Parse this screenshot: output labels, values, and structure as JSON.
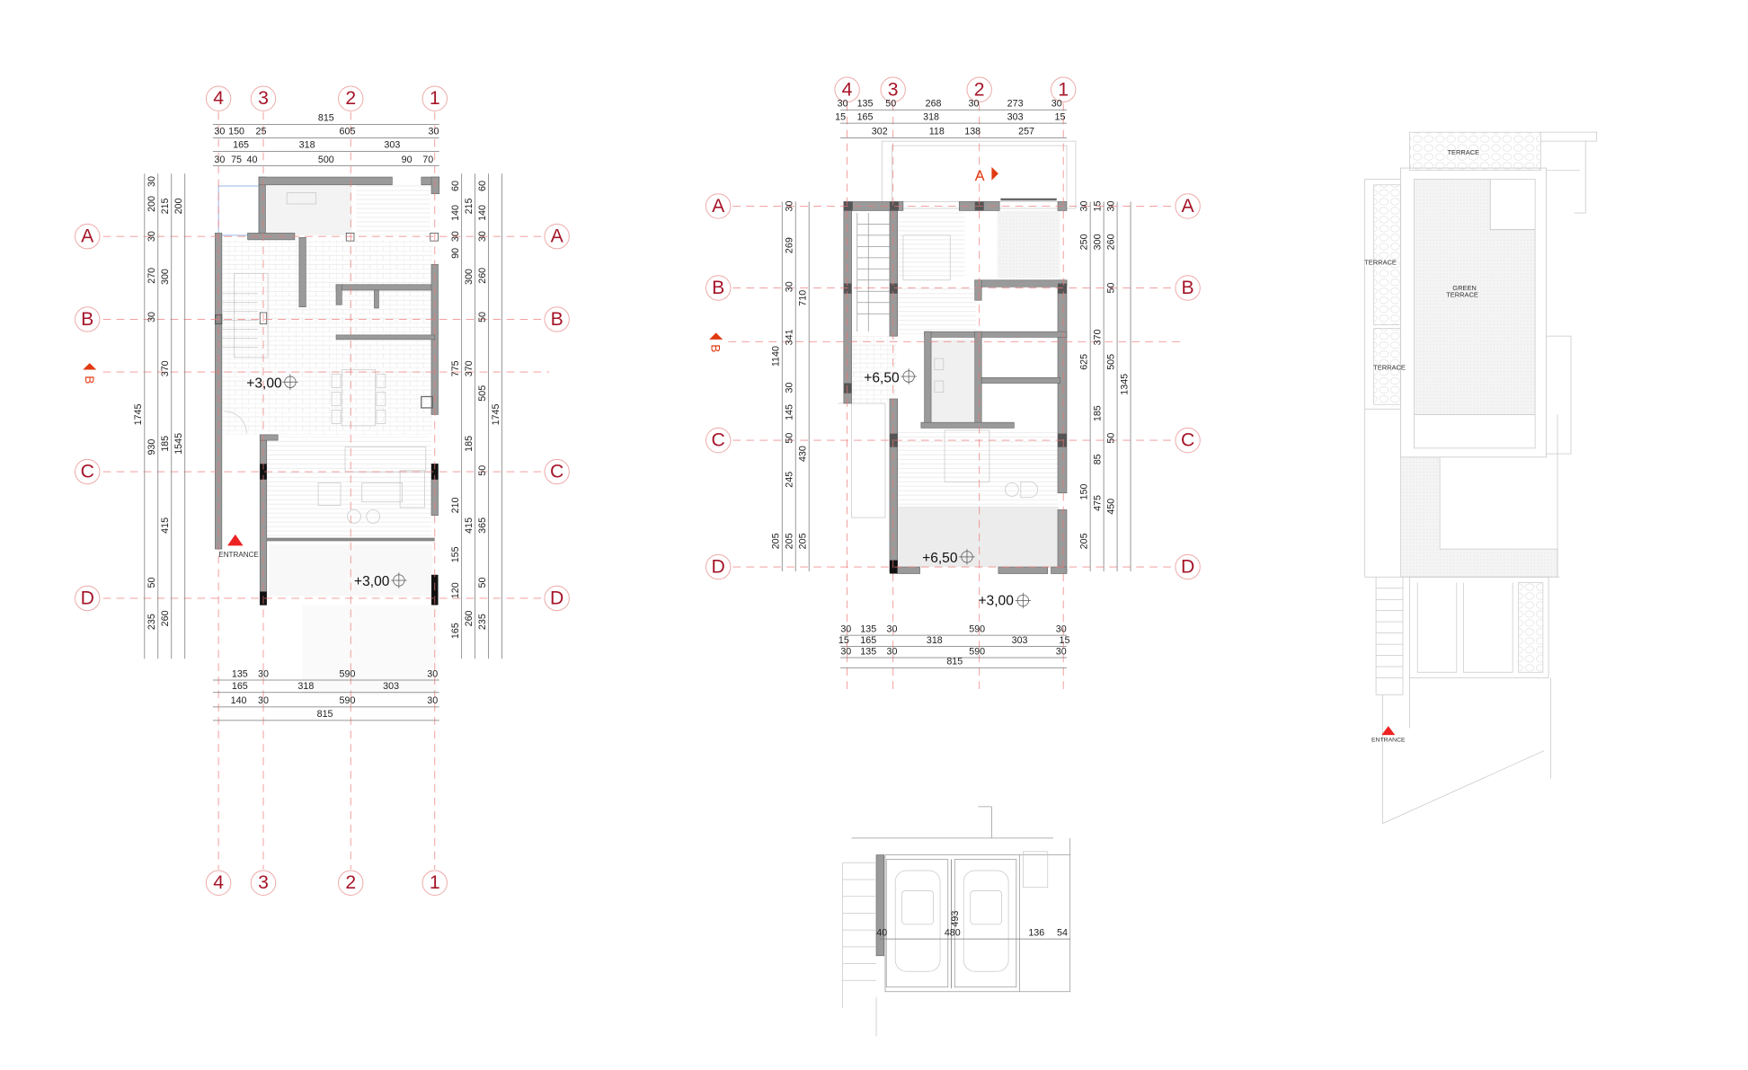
{
  "colors": {
    "grid_label": "#a51528",
    "grid_line": "#ee7777",
    "section_marker": "#e03a10",
    "entrance_marker": "#ee2222",
    "wall": "#9a9a9a"
  },
  "plan_ground": {
    "grid_columns": [
      "4",
      "3",
      "2",
      "1"
    ],
    "grid_rows": [
      "A",
      "B",
      "C",
      "D"
    ],
    "dims_top": [
      [
        "815"
      ],
      [
        "30",
        "150",
        "25",
        "605",
        "30"
      ],
      [
        "165",
        "318",
        "303"
      ],
      [
        "30",
        "75",
        "40",
        "500",
        "90",
        "70"
      ]
    ],
    "dims_left": [
      [
        "30",
        "200",
        "30",
        "270",
        "30",
        "930",
        "50",
        "235"
      ],
      [
        "215",
        "300",
        "370",
        "185",
        "415",
        "260"
      ],
      [
        "200",
        "1545"
      ],
      [
        "1745"
      ]
    ],
    "dims_right": [
      [
        "60",
        "140",
        "30",
        "90",
        "775",
        "210",
        "155",
        "120",
        "165"
      ],
      [
        "215",
        "300",
        "370",
        "185",
        "415",
        "260"
      ],
      [
        "60",
        "140",
        "30",
        "260",
        "50",
        "505",
        "50",
        "365",
        "50",
        "235"
      ],
      [
        "1745"
      ]
    ],
    "dims_bottom": [
      [
        "135",
        "30",
        "590",
        "30"
      ],
      [
        "165",
        "318",
        "303"
      ],
      [
        "140",
        "30",
        "590",
        "30"
      ],
      [
        "815"
      ]
    ],
    "levels": [
      "+3,00",
      "+3,00"
    ],
    "entrance": "ENTRANCE",
    "section_marker": "B"
  },
  "plan_upper": {
    "grid_columns": [
      "4",
      "3",
      "2",
      "1"
    ],
    "grid_rows": [
      "A",
      "B",
      "C",
      "D"
    ],
    "dims_top": [
      [
        "30",
        "135",
        "50",
        "268",
        "30",
        "273",
        "30"
      ],
      [
        "15",
        "165",
        "318",
        "303",
        "15"
      ],
      [
        "302",
        "118",
        "138",
        "257"
      ]
    ],
    "dims_left": [
      [
        "1140",
        "205"
      ],
      [
        "30",
        "269",
        "30",
        "341",
        "30",
        "145",
        "50",
        "245",
        "205"
      ],
      [
        "710",
        "430",
        "205"
      ]
    ],
    "dims_right": [
      [
        "30",
        "250",
        "625",
        "150",
        "205"
      ],
      [
        "15",
        "300",
        "370",
        "185",
        "85",
        "475"
      ],
      [
        "30",
        "260",
        "50",
        "505",
        "50",
        "450"
      ],
      [
        "1345"
      ]
    ],
    "dims_bottom": [
      [
        "30",
        "135",
        "30",
        "590",
        "30"
      ],
      [
        "15",
        "165",
        "318",
        "303",
        "15"
      ],
      [
        "30",
        "135",
        "30",
        "590",
        "30"
      ],
      [
        "815"
      ]
    ],
    "levels": [
      "+6,50",
      "+6,50",
      "+3,00"
    ],
    "section_markers": [
      "A",
      "B"
    ]
  },
  "garage": {
    "dims": [
      "40",
      "480",
      "493",
      "136",
      "54"
    ]
  },
  "roof_plan": {
    "labels": [
      "TERRACE",
      "TERRACE",
      "TERRACE",
      "GREEN",
      "TERRACE"
    ],
    "entrance": "ENTRANCE"
  }
}
